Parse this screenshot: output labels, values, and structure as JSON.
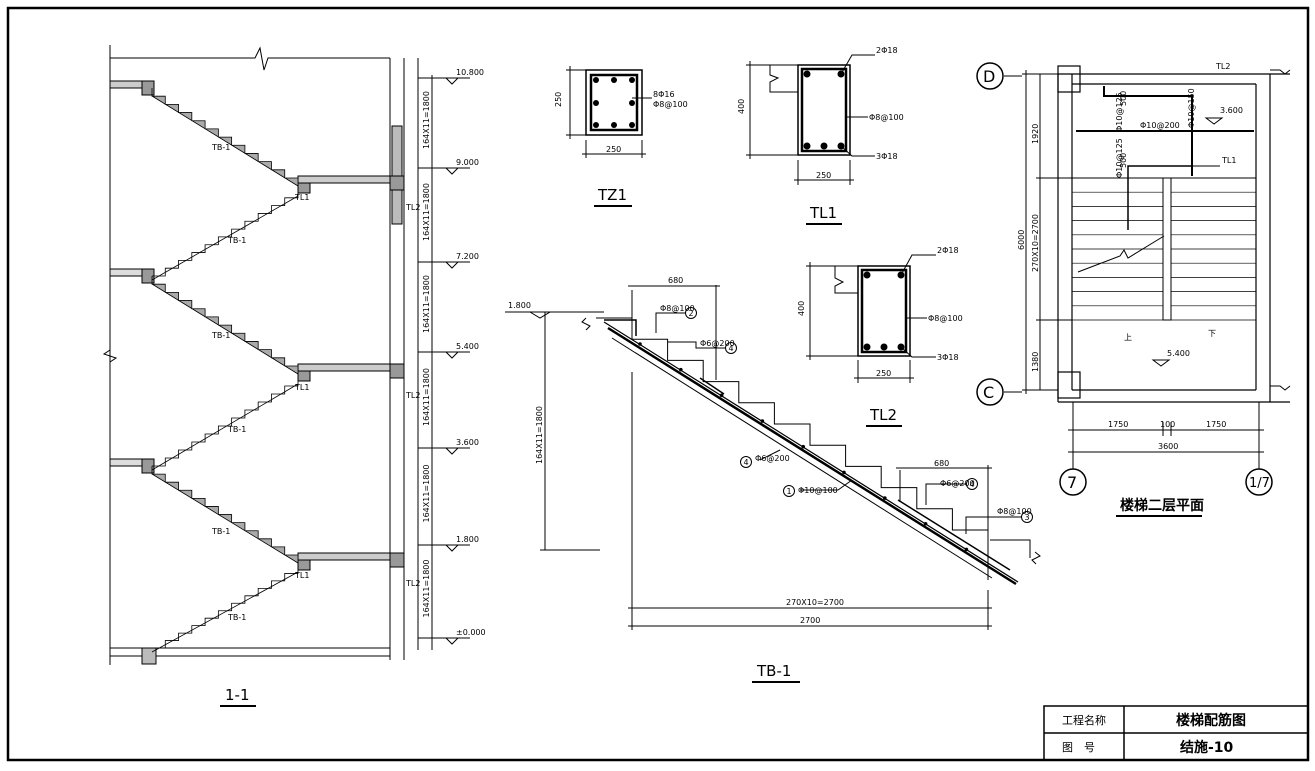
{
  "section_1_1": {
    "title": "1-1",
    "levels": [
      "10.800",
      "9.000",
      "7.200",
      "5.400",
      "3.600",
      "1.800",
      "±0.000"
    ],
    "flight_dim": "164X11=1800",
    "flight_label": "TB-1",
    "beam_tl1": "TL1",
    "beam_tl2": "TL2"
  },
  "tz1": {
    "title": "TZ1",
    "height": "250",
    "width": "250",
    "rebar_main": "8Φ16",
    "stirrup": "Φ8@100"
  },
  "tl1": {
    "title": "TL1",
    "height": "400",
    "width": "250",
    "top_bars": "2Φ18",
    "stirrup": "Φ8@100",
    "bottom_bars": "3Φ18"
  },
  "tl2": {
    "title": "TL2",
    "height": "400",
    "width": "250",
    "top_bars": "2Φ18",
    "stirrup": "Φ8@100",
    "bottom_bars": "3Φ18"
  },
  "tb1": {
    "title": "TB-1",
    "level": "1.800",
    "vertical_dim": "164X11=1800",
    "top_len": "680",
    "bottom_len": "680",
    "run_dim": "270X10=2700",
    "total_dim": "2700",
    "bars": [
      {
        "num": "2",
        "text": "Φ8@100"
      },
      {
        "num": "4",
        "text": "Φ6@200"
      },
      {
        "num": "4",
        "text": "Φ6@200"
      },
      {
        "num": "1",
        "text": "Φ10@100"
      },
      {
        "num": "4",
        "text": "Φ6@200"
      },
      {
        "num": "3",
        "text": "Φ8@100"
      }
    ]
  },
  "plan": {
    "title": "楼梯二层平面",
    "axis_d": "D",
    "axis_c": "C",
    "axis_7": "7",
    "axis_7p": "1/7",
    "beam_tl2": "TL2",
    "beam_tl1": "TL1",
    "level_top": "3.600",
    "level_bottom": "5.400",
    "dims_v": [
      "1920",
      "270X10=2700",
      "1380"
    ],
    "total_v": "6000",
    "dims_h": [
      "1750",
      "100",
      "1750"
    ],
    "total_h": "3600",
    "bar_a": "Φ10@125",
    "bar_b": "Φ10@150",
    "bar_c": "Φ10@200",
    "bar_d": "Φ10@125",
    "dim_a": "500",
    "dim_b": "500",
    "up": "上",
    "down": "下"
  },
  "title_block": {
    "project_label": "工程名称",
    "drawing_title": "楼梯配筋图",
    "number_label": "图　号",
    "drawing_number": "结施-10"
  }
}
